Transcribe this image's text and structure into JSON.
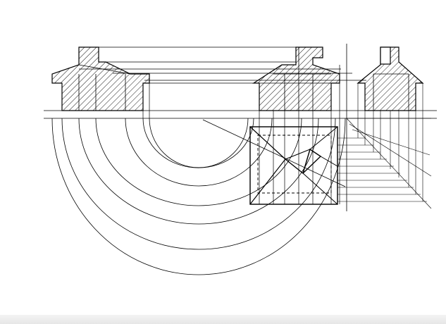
{
  "drawing": {
    "colors": {
      "paper": "#ffffff",
      "line": "#000000",
      "hatch": "#000000",
      "scan_edge": "#e8e8e8"
    },
    "views": [
      "front-view",
      "side-view",
      "top-view",
      "projection-arcs",
      "miter-projection"
    ],
    "labels": []
  }
}
